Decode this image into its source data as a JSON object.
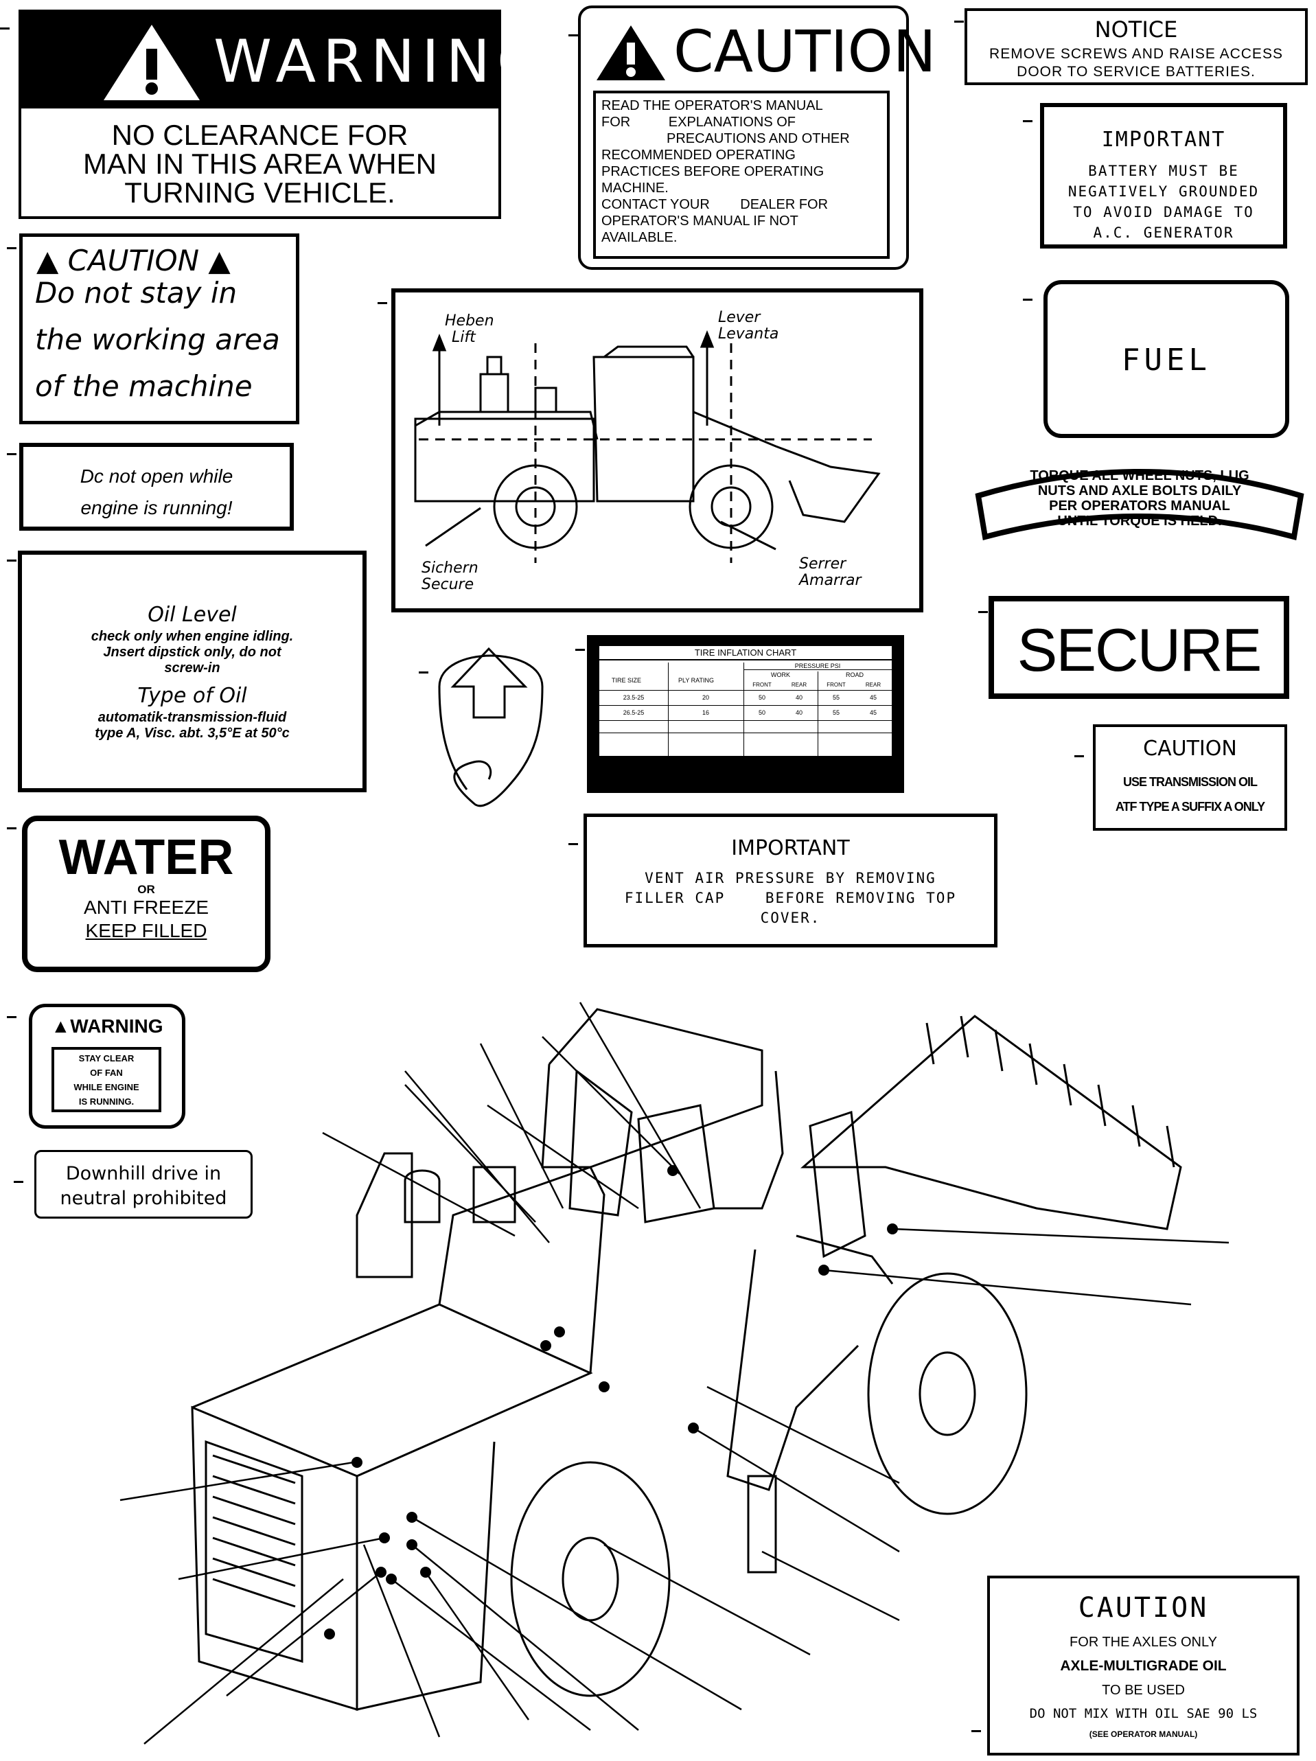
{
  "warning_clearance": {
    "header": "WARNING",
    "lines": [
      "NO CLEARANCE FOR",
      "MAN IN THIS AREA WHEN",
      "TURNING VEHICLE."
    ]
  },
  "caution_manual": {
    "header": "CAUTION",
    "lines": [
      "READ THE OPERATOR'S MANUAL",
      "FOR          EXPLANATIONS OF",
      "PRECAUTIONS AND OTHER",
      "RECOMMENDED OPERATING",
      "PRACTICES BEFORE OPERATING",
      "MACHINE.",
      "CONTACT YOUR        DEALER FOR",
      "OPERATOR'S MANUAL IF NOT",
      "AVAILABLE."
    ]
  },
  "notice_batteries": {
    "header": "NOTICE",
    "lines": [
      "REMOVE SCREWS AND RAISE ACCESS",
      "DOOR TO SERVICE BATTERIES."
    ]
  },
  "important_battery": {
    "header": "IMPORTANT",
    "lines": [
      "BATTERY MUST BE",
      "NEGATIVELY GROUNDED",
      "TO AVOID DAMAGE TO",
      "A.C. GENERATOR"
    ]
  },
  "caution_working_area": {
    "header": "CAUTION",
    "lines": [
      "Do not stay in",
      "the working area",
      "of the machine"
    ]
  },
  "lift_diagram": {
    "lift_de": "Heben",
    "lift_en": "Lift",
    "lever_de": "Lever",
    "lever_es": "Levanta",
    "secure_de": "Sichern",
    "secure_en": "Secure",
    "serrer": "Serrer",
    "amarrar": "Amarrar"
  },
  "fuel": {
    "label": "FUEL"
  },
  "torque": {
    "lines": [
      "TORQUE ALL WHEEL NUTS, LUG",
      "NUTS AND AXLE BOLTS DAILY",
      "PER OPERATORS MANUAL",
      "UNTIL TORQUE IS HELD."
    ]
  },
  "do_not_open": {
    "lines": [
      "Dc not open while",
      "engine is running!"
    ]
  },
  "oil_level": {
    "title": "Oil Level",
    "lines1": [
      "check only when engine idling.",
      "Jnsert dipstick only, do not",
      "screw-in"
    ],
    "title2": "Type of Oil",
    "lines2": [
      "automatik-transmission-fluid",
      "type A, Visc. abt. 3,5°E at 50°c"
    ]
  },
  "secure": {
    "label": "SECURE"
  },
  "tire_chart": {
    "title": "TIRE INFLATION CHART",
    "pressure": "PRESSURE PSI",
    "col_tire": "TIRE SIZE",
    "col_ply": "PLY RATING",
    "work": "WORK",
    "road": "ROAD",
    "sub": [
      "FRONT",
      "REAR",
      "FRONT",
      "REAR"
    ],
    "rows": [
      [
        "23.5-25",
        "20",
        "50",
        "40",
        "55",
        "45"
      ],
      [
        "26.5-25",
        "16",
        "50",
        "40",
        "55",
        "45"
      ]
    ]
  },
  "caution_transmission": {
    "header": "CAUTION",
    "lines": [
      "USE TRANSMISSION OIL",
      "ATF TYPE A SUFFIX A ONLY"
    ]
  },
  "water": {
    "title": "WATER",
    "or": "OR",
    "line1": "ANTI FREEZE",
    "line2": "KEEP FILLED"
  },
  "important_vent": {
    "header": "IMPORTANT",
    "lines": [
      "VENT AIR PRESSURE BY REMOVING",
      "FILLER CAP    BEFORE REMOVING TOP",
      "COVER."
    ]
  },
  "warning_fan": {
    "header": "WARNING",
    "lines": [
      "STAY CLEAR",
      "OF FAN",
      "WHILE ENGINE",
      "IS RUNNING."
    ]
  },
  "downhill": {
    "lines": [
      "Downhill drive in",
      "neutral prohibited"
    ]
  },
  "caution_axles": {
    "header": "CAUTION",
    "lines": [
      "FOR THE AXLES ONLY",
      "AXLE-MULTIGRADE OIL",
      "TO BE USED",
      "DO NOT MIX WITH OIL SAE 90 LS",
      "(SEE OPERATOR MANUAL)"
    ]
  }
}
